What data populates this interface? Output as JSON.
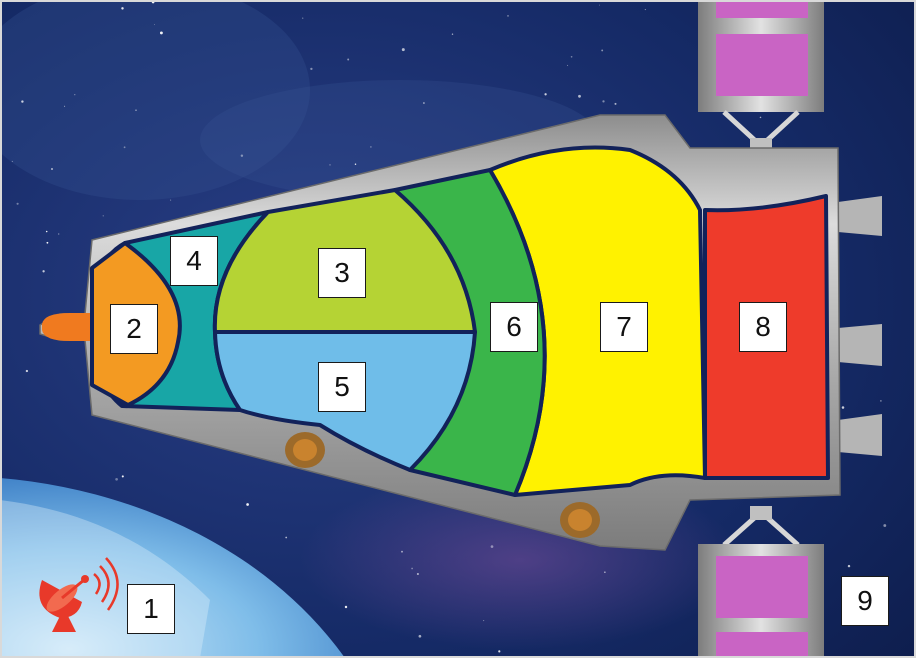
{
  "labels": {
    "n1": "1",
    "n2": "2",
    "n3": "3",
    "n4": "4",
    "n5": "5",
    "n6": "6",
    "n7": "7",
    "n8": "8",
    "n9": "9"
  },
  "icons": {
    "ground_station": "satellite-dish-icon"
  },
  "colors": {
    "space": "#13265e",
    "earth": "#5aa8e0",
    "hull": "#b9b9b9",
    "section_2": "#f39a22",
    "section_3": "#b5d334",
    "section_4": "#18a6a6",
    "section_5": "#6fbde9",
    "section_6": "#3ab54a",
    "section_7": "#fff200",
    "section_8": "#ee3b2b",
    "solar_panel": "#cc66cc",
    "outline": "#12225a",
    "dish": "#e8392a"
  }
}
